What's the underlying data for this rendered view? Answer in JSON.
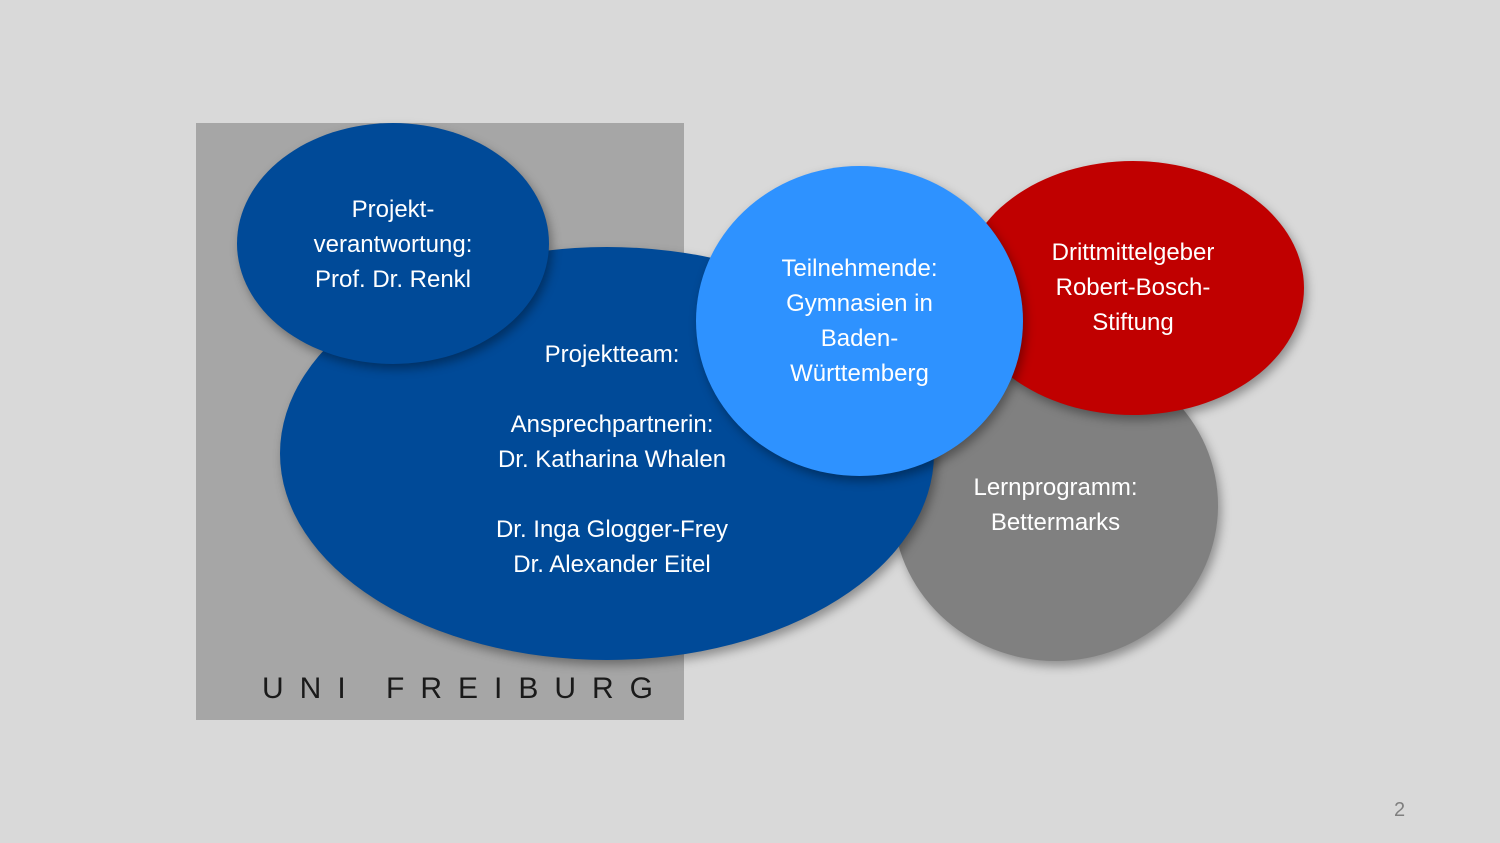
{
  "uni": {
    "label": "UNI FREIBURG",
    "box_color": "#a6a6a6"
  },
  "bubbles": {
    "verantwortung": {
      "color": "#004a98",
      "lines": [
        "Projekt-",
        "verantwortung:",
        "Prof. Dr. Renkl"
      ]
    },
    "projektteam": {
      "color": "#004a98",
      "lines": [
        "Projektteam:",
        "",
        "Ansprechpartnerin:",
        "Dr. Katharina Whalen",
        "",
        "Dr. Inga Glogger-Frey",
        "Dr. Alexander Eitel"
      ]
    },
    "teilnehmende": {
      "color": "#2e92ff",
      "lines": [
        "Teilnehmende:",
        "Gymnasien in",
        "Baden-",
        "Württemberg"
      ]
    },
    "drittmittel": {
      "color": "#c00000",
      "lines": [
        "Drittmittelgeber",
        "Robert-Bosch-",
        "Stiftung"
      ]
    },
    "lernprogramm": {
      "color": "#808080",
      "lines": [
        "Lernprogramm:",
        "Bettermarks"
      ]
    }
  },
  "page_number": "2"
}
